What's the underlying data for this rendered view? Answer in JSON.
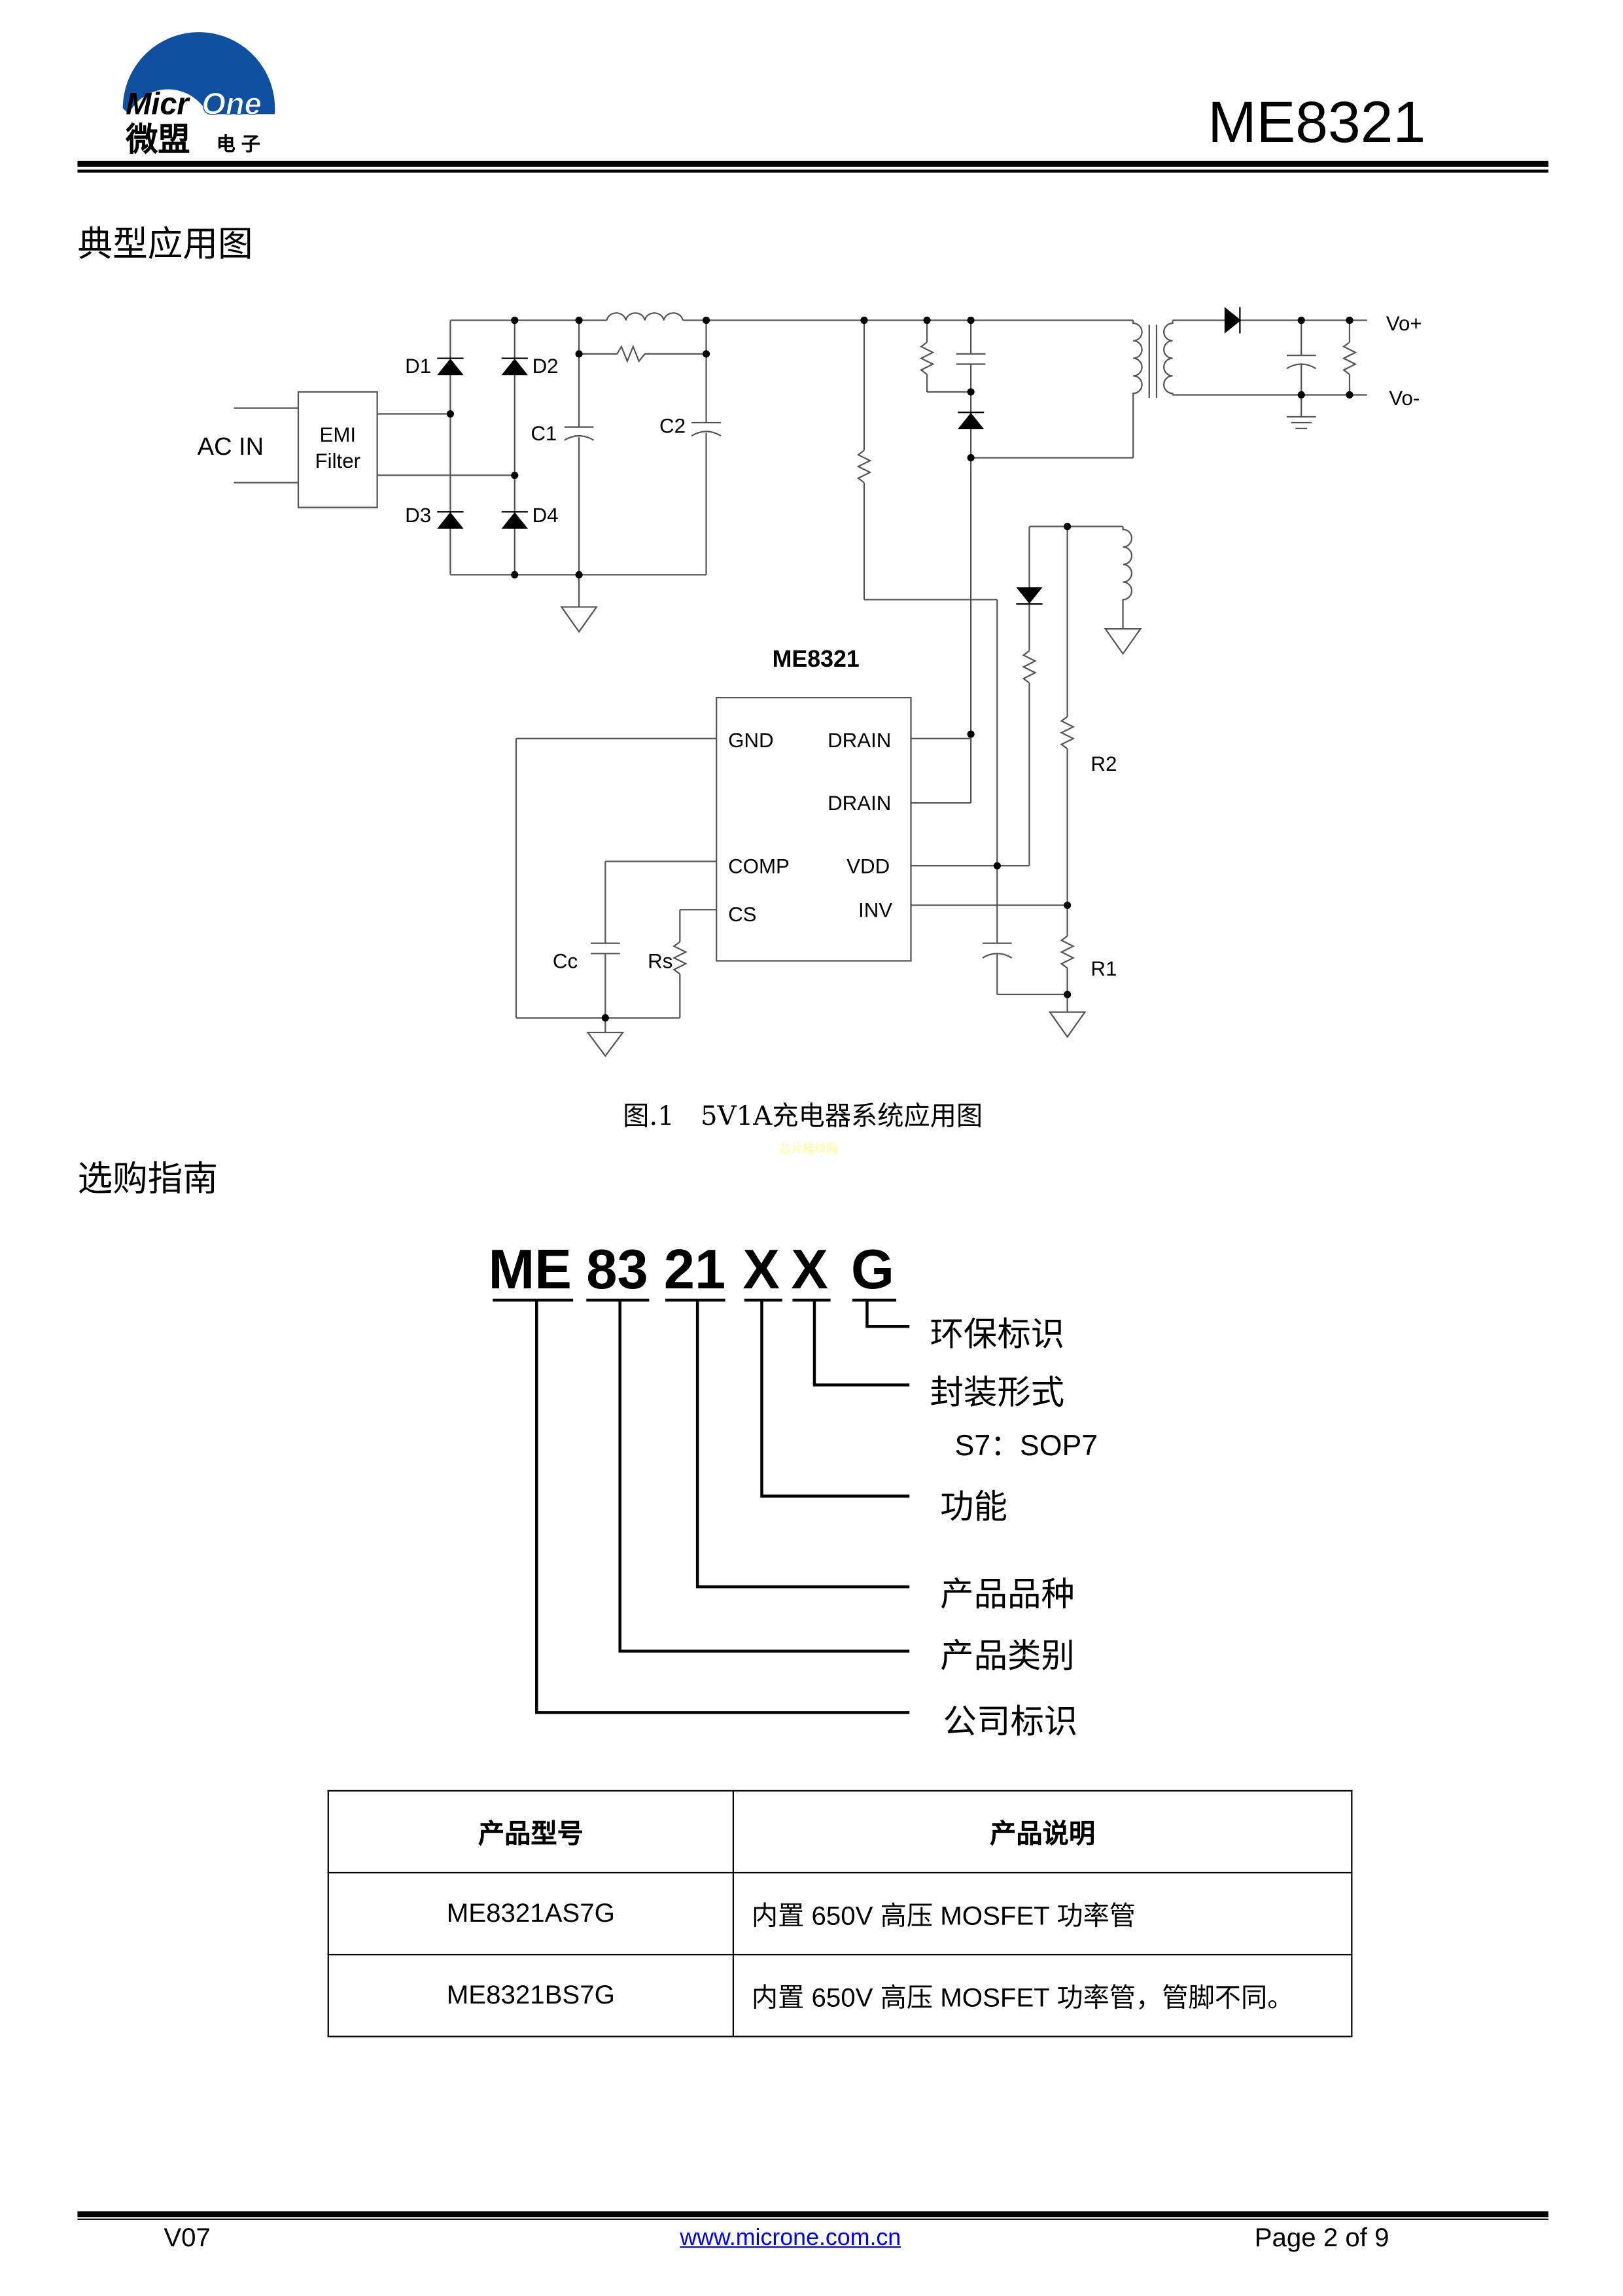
{
  "header": {
    "logo_text": "MicrOne",
    "logo_cn": "微盟",
    "logo_cn2": "电子",
    "part": "ME8321"
  },
  "section1": {
    "title": "典型应用图"
  },
  "circuit": {
    "ac_in": "AC IN",
    "emi": "EMI",
    "filter": "Filter",
    "d1": "D1",
    "d2": "D2",
    "d3": "D3",
    "d4": "D4",
    "c1": "C1",
    "c2": "C2",
    "vo_plus": "Vo+",
    "vo_minus": "Vo-",
    "ic": "ME8321",
    "gnd": "GND",
    "drain1": "DRAIN",
    "drain2": "DRAIN",
    "comp": "COMP",
    "vdd": "VDD",
    "cs": "CS",
    "inv": "INV",
    "cc": "Cc",
    "rs": "Rs",
    "r1": "R1",
    "r2": "R2"
  },
  "figure": {
    "caption": "图.1　5V1A充电器系统应用图",
    "watermark": "芯片模块网"
  },
  "section2": {
    "title": "选购指南"
  },
  "ordering": {
    "code": [
      "ME",
      "83",
      "21",
      "X",
      "X",
      "G"
    ],
    "labels": [
      "环保标识",
      "封装形式",
      "S7：SOP7",
      "功能",
      "产品品种",
      "产品类别",
      "公司标识"
    ]
  },
  "table": {
    "headers": [
      "产品型号",
      "产品说明"
    ],
    "rows": [
      [
        "ME8321AS7G",
        "内置 650V 高压 MOSFET 功率管"
      ],
      [
        "ME8321BS7G",
        "内置 650V 高压 MOSFET 功率管，管脚不同。"
      ]
    ]
  },
  "footer": {
    "version": "V07",
    "url": "www.microne.com.cn",
    "page": "Page 2 of 9"
  },
  "colors": {
    "logo_blue": "#1050a0",
    "watermark": "#ffff99",
    "link": "#0000ee"
  }
}
